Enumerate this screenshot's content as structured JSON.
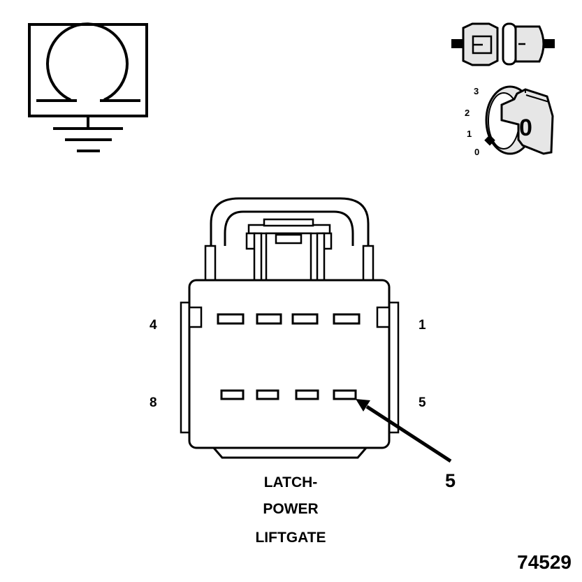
{
  "ohm_symbol": {
    "glyph": "Ω",
    "meaning": "resistance-to-ground"
  },
  "connector": {
    "pin_labels": {
      "top_left": "4",
      "top_right": "1",
      "bottom_left": "8",
      "bottom_right": "5"
    },
    "callout_pin": "5",
    "name_lines": [
      "LATCH-",
      "POWER",
      "LIFTGATE"
    ]
  },
  "ignition_key": {
    "positions": [
      "3",
      "2",
      "1",
      "0"
    ],
    "current_position": "0",
    "key_letter": "0"
  },
  "figure_number": "74529",
  "colors": {
    "ink": "#000000",
    "fill": "#ffffff",
    "key_fill": "#e6e6e6"
  }
}
